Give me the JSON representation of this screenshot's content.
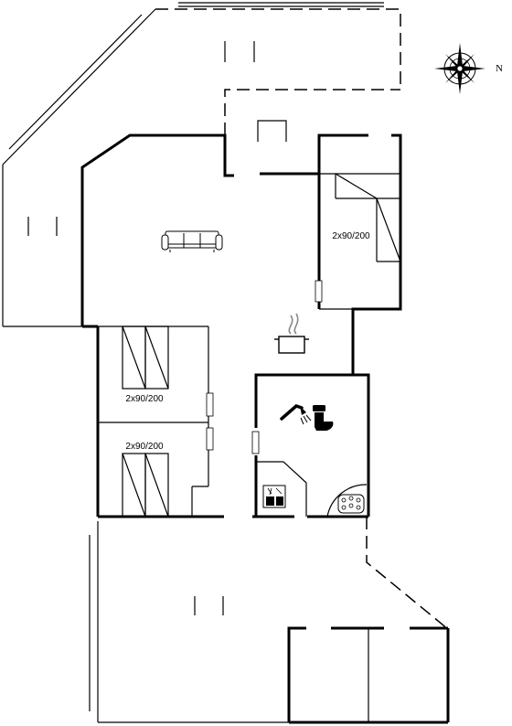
{
  "compass": {
    "north_letter": "N",
    "icon": "compass-rose-icon"
  },
  "rooms": {
    "bedroom_right": {
      "bed_label": "2x90/200"
    },
    "bedroom_left_top": {
      "bed_label": "2x90/200"
    },
    "bedroom_left_bottom": {
      "bed_label": "2x90/200"
    }
  },
  "icons": [
    "sofa-icon",
    "cooking-pot-icon",
    "shower-icon",
    "toilet-icon",
    "washing-machine-icon",
    "whirlpool-icon",
    "window-marker-icon",
    "door-opening-icon"
  ],
  "colors": {
    "ink": "#000000",
    "background": "#ffffff"
  }
}
